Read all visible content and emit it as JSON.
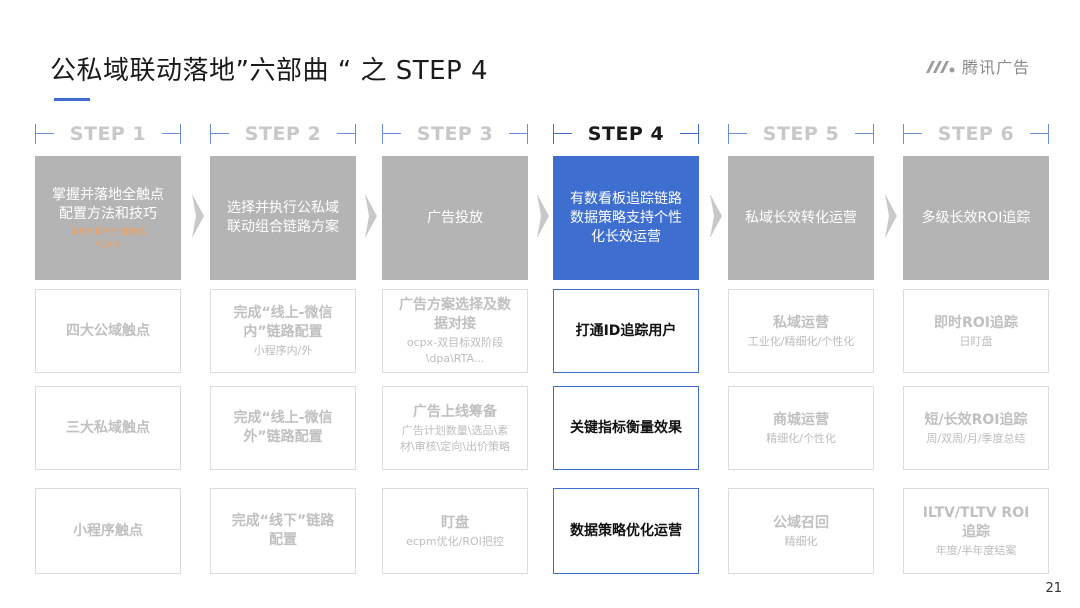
{
  "title": "公私域联动落地”六部曲 “ 之 STEP 4",
  "brand": {
    "logo_text": "腾讯广告",
    "accent": "#3e6fd0"
  },
  "page_number": "21",
  "steps": [
    {
      "label": "STEP 1",
      "main": [
        "掌握并落地全触点",
        "配置方法和技巧"
      ],
      "note": [
        "落地小程序/企业微信",
        "/公众号"
      ],
      "cells": [
        {
          "title": [
            "四大公域触点"
          ],
          "sub": []
        },
        {
          "title": [
            "三大私域触点"
          ],
          "sub": []
        },
        {
          "title": [
            "小程序触点"
          ],
          "sub": []
        }
      ]
    },
    {
      "label": "STEP 2",
      "main": [
        "选择并执行公私域",
        "联动组合链路方案"
      ],
      "note": [],
      "cells": [
        {
          "title": [
            "完成“线上-微信",
            "内”链路配置"
          ],
          "sub": [
            "小程序内/外"
          ]
        },
        {
          "title": [
            "完成“线上-微信",
            "外”链路配置"
          ],
          "sub": []
        },
        {
          "title": [
            "完成“线下”链路",
            "配置"
          ],
          "sub": []
        }
      ]
    },
    {
      "label": "STEP 3",
      "main": [
        "广告投放"
      ],
      "note": [],
      "cells": [
        {
          "title": [
            "广告方案选择及数",
            "据对接"
          ],
          "sub": [
            "ocpx-双目标双阶段",
            "\\dpa\\RTA..."
          ]
        },
        {
          "title": [
            "广告上线筹备"
          ],
          "sub": [
            "广告计划数量\\选品\\素",
            "材\\审核\\定向\\出价策略"
          ]
        },
        {
          "title": [
            "盯盘"
          ],
          "sub": [
            "ecpm优化/ROI把控"
          ]
        }
      ]
    },
    {
      "label": "STEP 4",
      "main": [
        "有数看板追踪链路",
        "数据策略支持个性",
        "化长效运营"
      ],
      "note": [],
      "cells": [
        {
          "title": [
            "打通ID追踪用户"
          ],
          "sub": []
        },
        {
          "title": [
            "关键指标衡量效果"
          ],
          "sub": []
        },
        {
          "title": [
            "数据策略优化运营"
          ],
          "sub": []
        }
      ]
    },
    {
      "label": "STEP 5",
      "main": [
        "私域长效转化运营"
      ],
      "note": [],
      "cells": [
        {
          "title": [
            "私域运营"
          ],
          "sub": [
            "工业化/精细化/个性化"
          ]
        },
        {
          "title": [
            "商城运营"
          ],
          "sub": [
            "精细化/个性化"
          ]
        },
        {
          "title": [
            "公域召回"
          ],
          "sub": [
            "精细化"
          ]
        }
      ]
    },
    {
      "label": "STEP 6",
      "main": [
        "多级长效ROI追踪"
      ],
      "note": [],
      "cells": [
        {
          "title": [
            "即时ROI追踪"
          ],
          "sub": [
            "日盯盘"
          ]
        },
        {
          "title": [
            "短/长效ROI追踪"
          ],
          "sub": [
            "周/双周/月/季度总结"
          ]
        },
        {
          "title": [
            "ILTV/TLTV ROI",
            "追踪"
          ],
          "sub": [
            "年度/半年度结案"
          ]
        }
      ]
    }
  ]
}
